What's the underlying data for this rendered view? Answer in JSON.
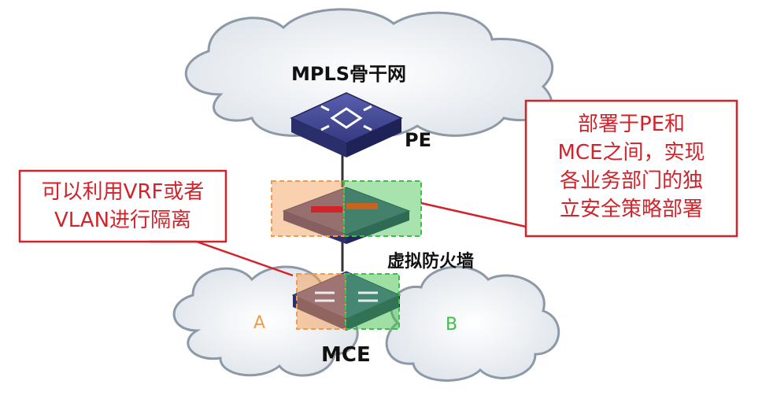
{
  "labels": {
    "backbone": "MPLS骨干网",
    "pe": "PE",
    "virtual_firewall": "虚拟防火墙",
    "mce": "MCE",
    "zone_a": "A",
    "zone_b": "B"
  },
  "callouts": {
    "left": "可以利用VRF或者\nVLAN进行隔离",
    "right": "部署于PE和\nMCE之间，实现\n各业务部门的独\n立安全策略部署"
  },
  "colors": {
    "callout_border": "#d2232a",
    "callout_text": "#d2232a",
    "zone_a": "#f39a4e",
    "zone_b": "#3fbf4a",
    "device_blue": "#3a3f8f"
  },
  "icons": {
    "backbone": "cloud-icon",
    "pe": "router-icon",
    "firewall": "firewall-icon",
    "mce": "switch-icon"
  }
}
